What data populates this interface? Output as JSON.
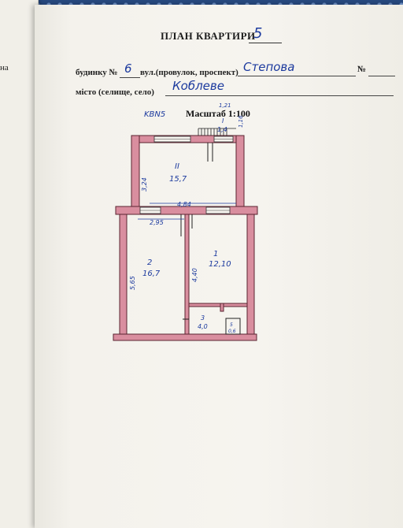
{
  "back_sheet": {
    "edge_text": "на"
  },
  "header": {
    "title": "ПЛАН КВАРТИРИ",
    "apartment_number": "5"
  },
  "fields": {
    "house_label": "будинку №",
    "house_number": "6",
    "street_label": "вул.(провулок, проспект)",
    "street_value": "Степова",
    "number_label": "№",
    "city_label": "місто (селище, село)",
    "city_value": "Коблеве"
  },
  "plan": {
    "code": "KBN5",
    "scale_label": "Масштаб 1:100",
    "dims": {
      "top_balcony_w": "1,21",
      "top_balcony_h": "1,16",
      "room_top_height": "3,24",
      "middle_width": "4,84",
      "left_room_width": "2,95",
      "left_room_height": "5,65",
      "right_room_height": "4,40"
    },
    "rooms": [
      {
        "id": "II",
        "area": "15,7"
      },
      {
        "id": "I",
        "area": "1,4"
      },
      {
        "id": "2",
        "area": "16,7"
      },
      {
        "id": "1",
        "area": "12,10"
      },
      {
        "id": "3",
        "area": "4,0"
      },
      {
        "id": "5",
        "area": "0,6"
      }
    ]
  },
  "colors": {
    "wall_fill": "#d98e9f",
    "wall_stroke": "#5a2430",
    "ink": "#1c3a9e",
    "print_ink": "#111111",
    "paper": "#f4f2ec",
    "background_pattern": "#27497f"
  }
}
